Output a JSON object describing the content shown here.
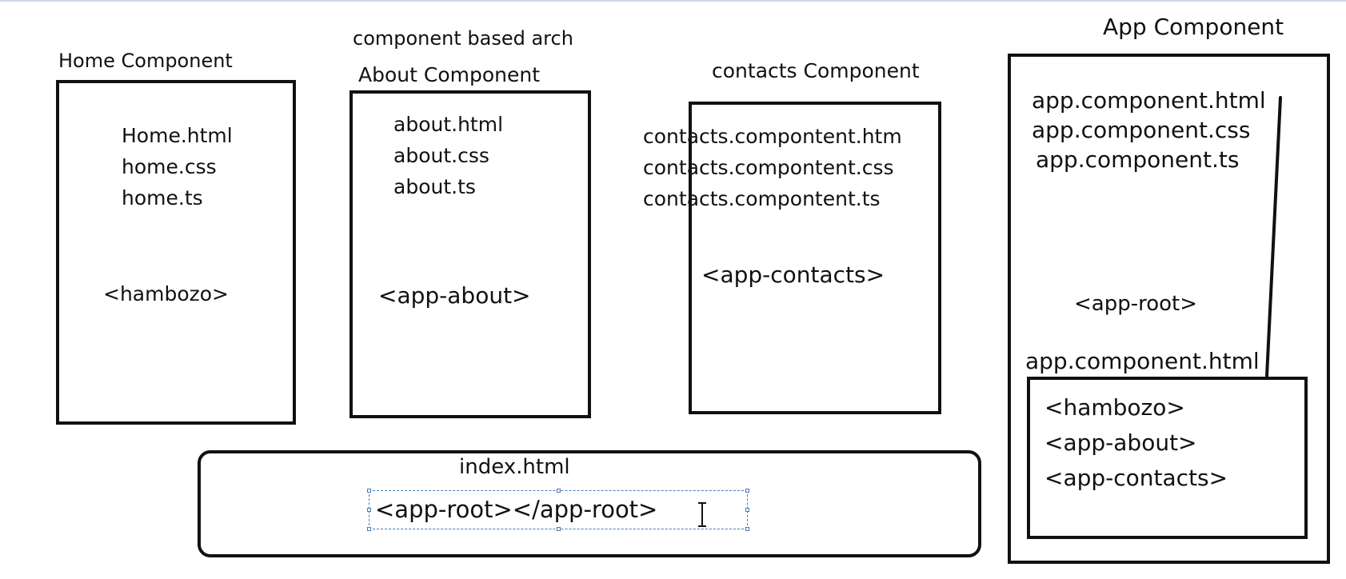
{
  "title": "component based arch",
  "home": {
    "heading": "Home Component",
    "files": [
      "Home.html",
      "home.css",
      "home.ts"
    ],
    "tag": "<hambozo>"
  },
  "about": {
    "heading": "About Component",
    "files": [
      "about.html",
      "about.css",
      "about.ts"
    ],
    "tag": "<app-about>"
  },
  "contacts": {
    "heading": "contacts Component",
    "files": [
      "contacts.compontent.htm",
      "contacts.compontent.css",
      "contacts.compontent.ts"
    ],
    "tag": "<app-contacts>"
  },
  "app": {
    "heading": "App Component",
    "files": [
      "app.component.html",
      "app.component.css",
      "app.component.ts"
    ],
    "tag": "<app-root>",
    "inner_label": "app.component.html",
    "inner_tags": [
      "<hambozo>",
      "<app-about>",
      "<app-contacts>"
    ]
  },
  "index": {
    "label": "index.html",
    "content": "<app-root></app-root>"
  },
  "colors": {
    "stroke": "#111111",
    "selection": "#4a7ab3",
    "top_rule": "#cfd8e3"
  }
}
